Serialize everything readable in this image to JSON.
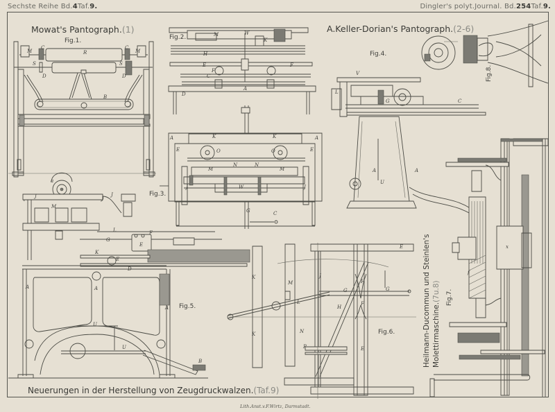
{
  "header": {
    "left_text": "Sechste Reihe Bd.",
    "left_volume": "4",
    "left_plate_label": "Taf.",
    "left_plate": "9.",
    "right_text": "Dingler's polyt.Journal. Bd.",
    "right_volume": "254",
    "right_plate_label": "Taf.",
    "right_plate": "9."
  },
  "titles": {
    "mowat": "Mowat's Pantograph.",
    "mowat_ref": "(1)",
    "keller": "A.Keller-Dorian's Pantograph.",
    "keller_ref": "(2-6)",
    "heilmann_line1": "Heilmann-Ducommun und Steinlen's",
    "heilmann_line2": "Molettirmaschine.",
    "heilmann_ref": "(7u.8)",
    "bottom": "Neuerungen in der Herstellung von Zeugdruckwalzen.",
    "bottom_ref": "(Taf.9)"
  },
  "figures": {
    "fig1": "Fig.1.",
    "fig2": "Fig.2.",
    "fig3": "Fig.3.",
    "fig4": "Fig.4.",
    "fig5": "Fig.5.",
    "fig6": "Fig.6.",
    "fig7": "Fig.7.",
    "fig8": "Fig.8."
  },
  "imprint": "Lith.Anst.v.F.Wirtz, Darmstadt.",
  "part_labels": {
    "fig1": [
      "M",
      "C",
      "R",
      "C",
      "M",
      "S",
      "S",
      "D",
      "D",
      "B"
    ],
    "fig2": [
      "M",
      "W",
      "K",
      "H",
      "F",
      "E",
      "C",
      "A",
      "D",
      "G"
    ],
    "fig3": [
      "K",
      "K",
      "O",
      "O",
      "E",
      "E",
      "M",
      "M",
      "N",
      "N",
      "W",
      "J",
      "J",
      "A",
      "A",
      "C",
      "G"
    ],
    "fig4": [
      "V",
      "L",
      "G",
      "C",
      "A",
      "A",
      "U"
    ],
    "fig5": [
      "a",
      "J",
      "J",
      "M",
      "L",
      "G",
      "E",
      "F",
      "K",
      "E",
      "D",
      "A",
      "A",
      "A",
      "U",
      "U",
      "B"
    ],
    "fig6": [
      "K",
      "K",
      "M",
      "L",
      "J",
      "G",
      "G",
      "H",
      "F",
      "F",
      "E",
      "E",
      "P",
      "N"
    ],
    "fig7": [
      "x",
      "f"
    ]
  },
  "colors": {
    "paper": "#e6e0d3",
    "ink": "#4a4a44",
    "faded_ink": "#8a8a84"
  }
}
